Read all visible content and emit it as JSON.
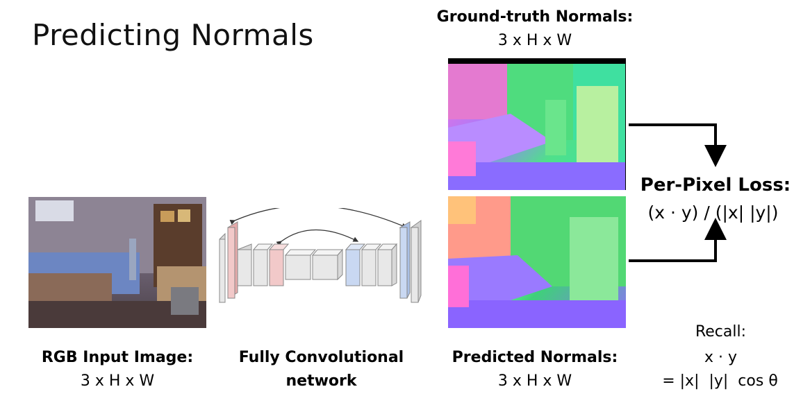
{
  "title": "Predicting Normals",
  "rgb": {
    "label": "RGB Input Image:",
    "size": "3 x H x W"
  },
  "fcn": {
    "label_line1": "Fully Convolutional",
    "label_line2": "network"
  },
  "ground_truth": {
    "label": "Ground-truth Normals:",
    "size": "3 x H x W"
  },
  "predicted": {
    "label": "Predicted Normals:",
    "size": "3 x H x W"
  },
  "loss": {
    "label": "Per-Pixel Loss:",
    "formula": "(x · y) / (|x| |y|)"
  },
  "recall": {
    "label": "Recall:",
    "line1": "x · y",
    "line2": "= |x|  |y|  cos θ"
  },
  "colors": {
    "arrow": "#000000",
    "block_gray": "#e8e8e8",
    "block_pink": "#f2c9c9",
    "block_blue": "#c9d8f2"
  }
}
